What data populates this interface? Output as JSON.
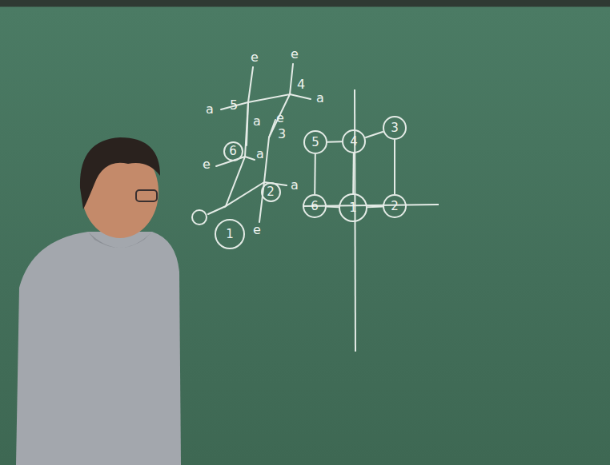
{
  "diagram": {
    "nodes": [
      {
        "text": [
          "3"
        ]
      },
      {
        "text": [
          "5"
        ]
      },
      {
        "text": [
          "4"
        ]
      },
      {
        "text": [
          "6"
        ]
      },
      {
        "text": [
          "2"
        ]
      },
      {
        "text": [
          "6"
        ]
      },
      {
        "text": [
          "1"
        ]
      },
      {
        "text": [
          "2"
        ]
      },
      {
        "text": [
          "1"
        ]
      }
    ],
    "edges": [
      {
        "from": 1,
        "to": 2,
        "arrow": "none"
      },
      {
        "from": 2,
        "to": 0,
        "arrow": "none"
      },
      {
        "from": 1,
        "to": 5,
        "arrow": "none"
      },
      {
        "from": 2,
        "to": 6,
        "arrow": "none"
      },
      {
        "from": 0,
        "to": 7,
        "arrow": "none"
      },
      {
        "from": 5,
        "to": 6,
        "arrow": "none"
      },
      {
        "from": 6,
        "to": 7,
        "arrow": "none"
      }
    ],
    "labels": [
      "e",
      "e",
      "a",
      "5",
      "4",
      "a",
      "a",
      "e",
      "3",
      "e",
      "a",
      "a",
      "e"
    ]
  }
}
